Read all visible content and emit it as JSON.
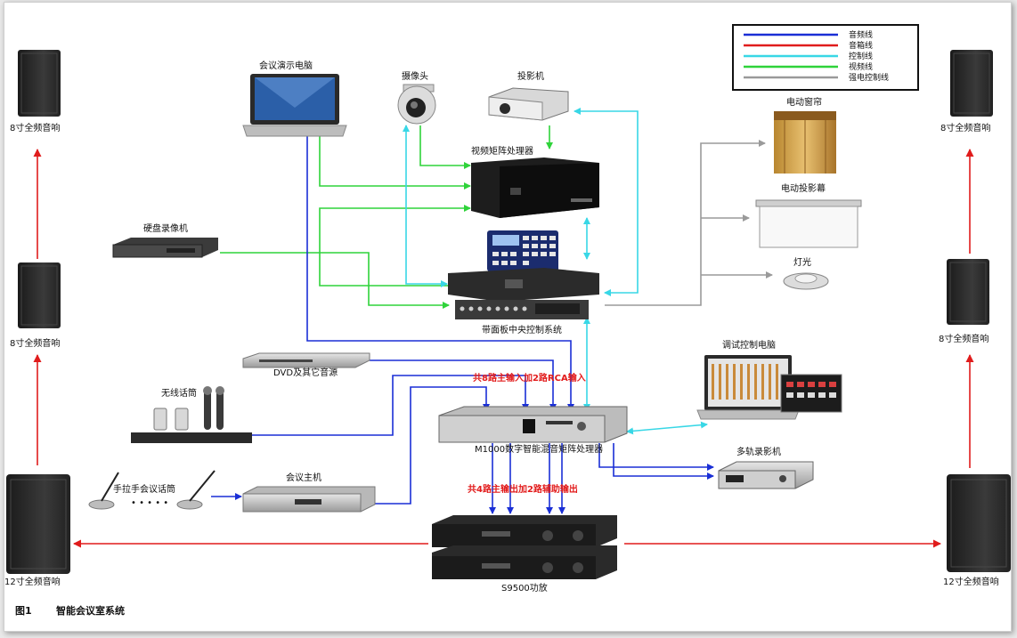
{
  "legend": [
    {
      "label": "音频线",
      "color": "#1a2fd6"
    },
    {
      "label": "音箱线",
      "color": "#e01c1c"
    },
    {
      "label": "控制线",
      "color": "#38d7e6"
    },
    {
      "label": "视频线",
      "color": "#2fd33a"
    },
    {
      "label": "强电控制线",
      "color": "#9a9a9a"
    }
  ],
  "devices": {
    "laptop": "会议演示电脑",
    "camera": "摄像头",
    "projector": "投影机",
    "video_matrix": "视频矩阵处理器",
    "curtain": "电动窗帘",
    "screen": "电动投影幕",
    "light": "灯光",
    "dvr": "硬盘录像机",
    "central_control": "带面板中央控制系统",
    "dvd": "DVD及其它音源",
    "wireless_mic": "无线话筒",
    "debug_pc": "调试控制电脑",
    "mixer": "M1000数字智能混音矩阵处理器",
    "recorder": "多轨录影机",
    "conf_mic": "手拉手会议话筒",
    "conf_host": "会议主机",
    "amp": "S9500功放",
    "spk_8_tl": "8寸全频音响",
    "spk_8_ml": "8寸全频音响",
    "spk_12_l": "12寸全频音响",
    "spk_8_tr": "8寸全频音响",
    "spk_8_mr": "8寸全频音响",
    "spk_12_r": "12寸全频音响",
    "dots": "• • • • •"
  },
  "notes": {
    "input": "共8路主输入加2路RCA输入",
    "output": "共4路主输出加2路辅助输出"
  },
  "caption": {
    "fig": "图1",
    "title": "智能会议室系统"
  }
}
